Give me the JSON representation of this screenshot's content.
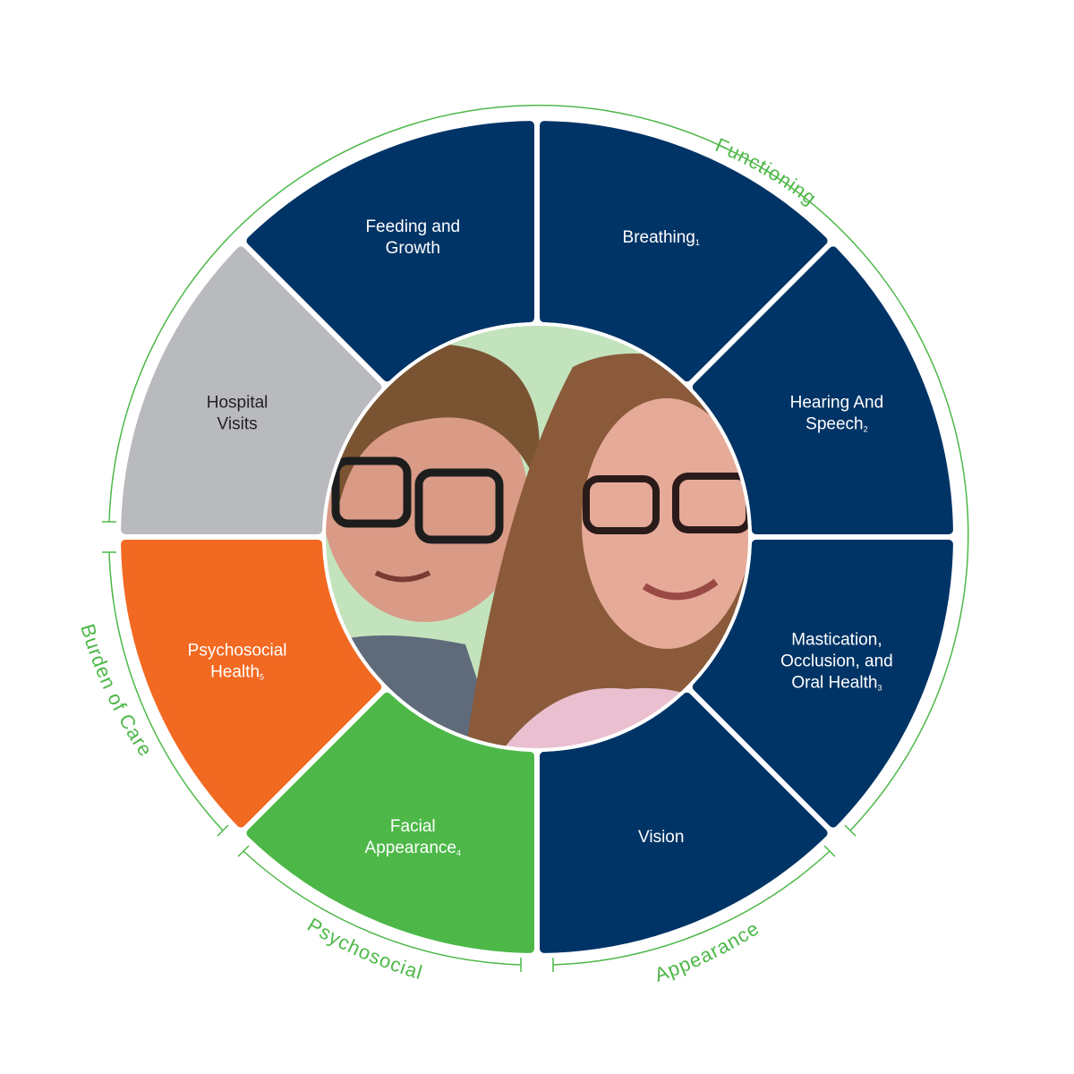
{
  "colors": {
    "functioning": "#003466",
    "burden": "#b9babe",
    "psychosocial": "#f26922",
    "appearance": "#4db848",
    "bracket": "#4db848",
    "photo_bg": "#c3e3bd"
  },
  "segments": [
    {
      "id": "breathing",
      "lines": [
        "Breathing"
      ],
      "sup": "1",
      "group": "functioning"
    },
    {
      "id": "hearing",
      "lines": [
        "Hearing And",
        "Speech"
      ],
      "sup": "2",
      "group": "functioning"
    },
    {
      "id": "mastication",
      "lines": [
        "Mastication,",
        "Occlusion, and",
        "Oral Health"
      ],
      "sup": "3",
      "group": "functioning"
    },
    {
      "id": "vision",
      "lines": [
        "Vision"
      ],
      "sup": "",
      "group": "functioning"
    },
    {
      "id": "facial",
      "lines": [
        "Facial",
        "Appearance"
      ],
      "sup": "4",
      "group": "appearance"
    },
    {
      "id": "psychosocial-health",
      "lines": [
        "Psychosocial",
        "Health"
      ],
      "sup": "5",
      "group": "psychosocial"
    },
    {
      "id": "hospital",
      "lines": [
        "Hospital",
        "Visits"
      ],
      "sup": "",
      "group": "burden"
    },
    {
      "id": "feeding",
      "lines": [
        "Feeding and",
        "Growth"
      ],
      "sup": "",
      "group": "functioning"
    }
  ],
  "brackets": {
    "functioning": "Functioning",
    "appearance": "Appearance",
    "psychosocial": "Psychosocial",
    "burden": "Burden of Care"
  },
  "photo": {
    "description": "two-children-portrait"
  }
}
